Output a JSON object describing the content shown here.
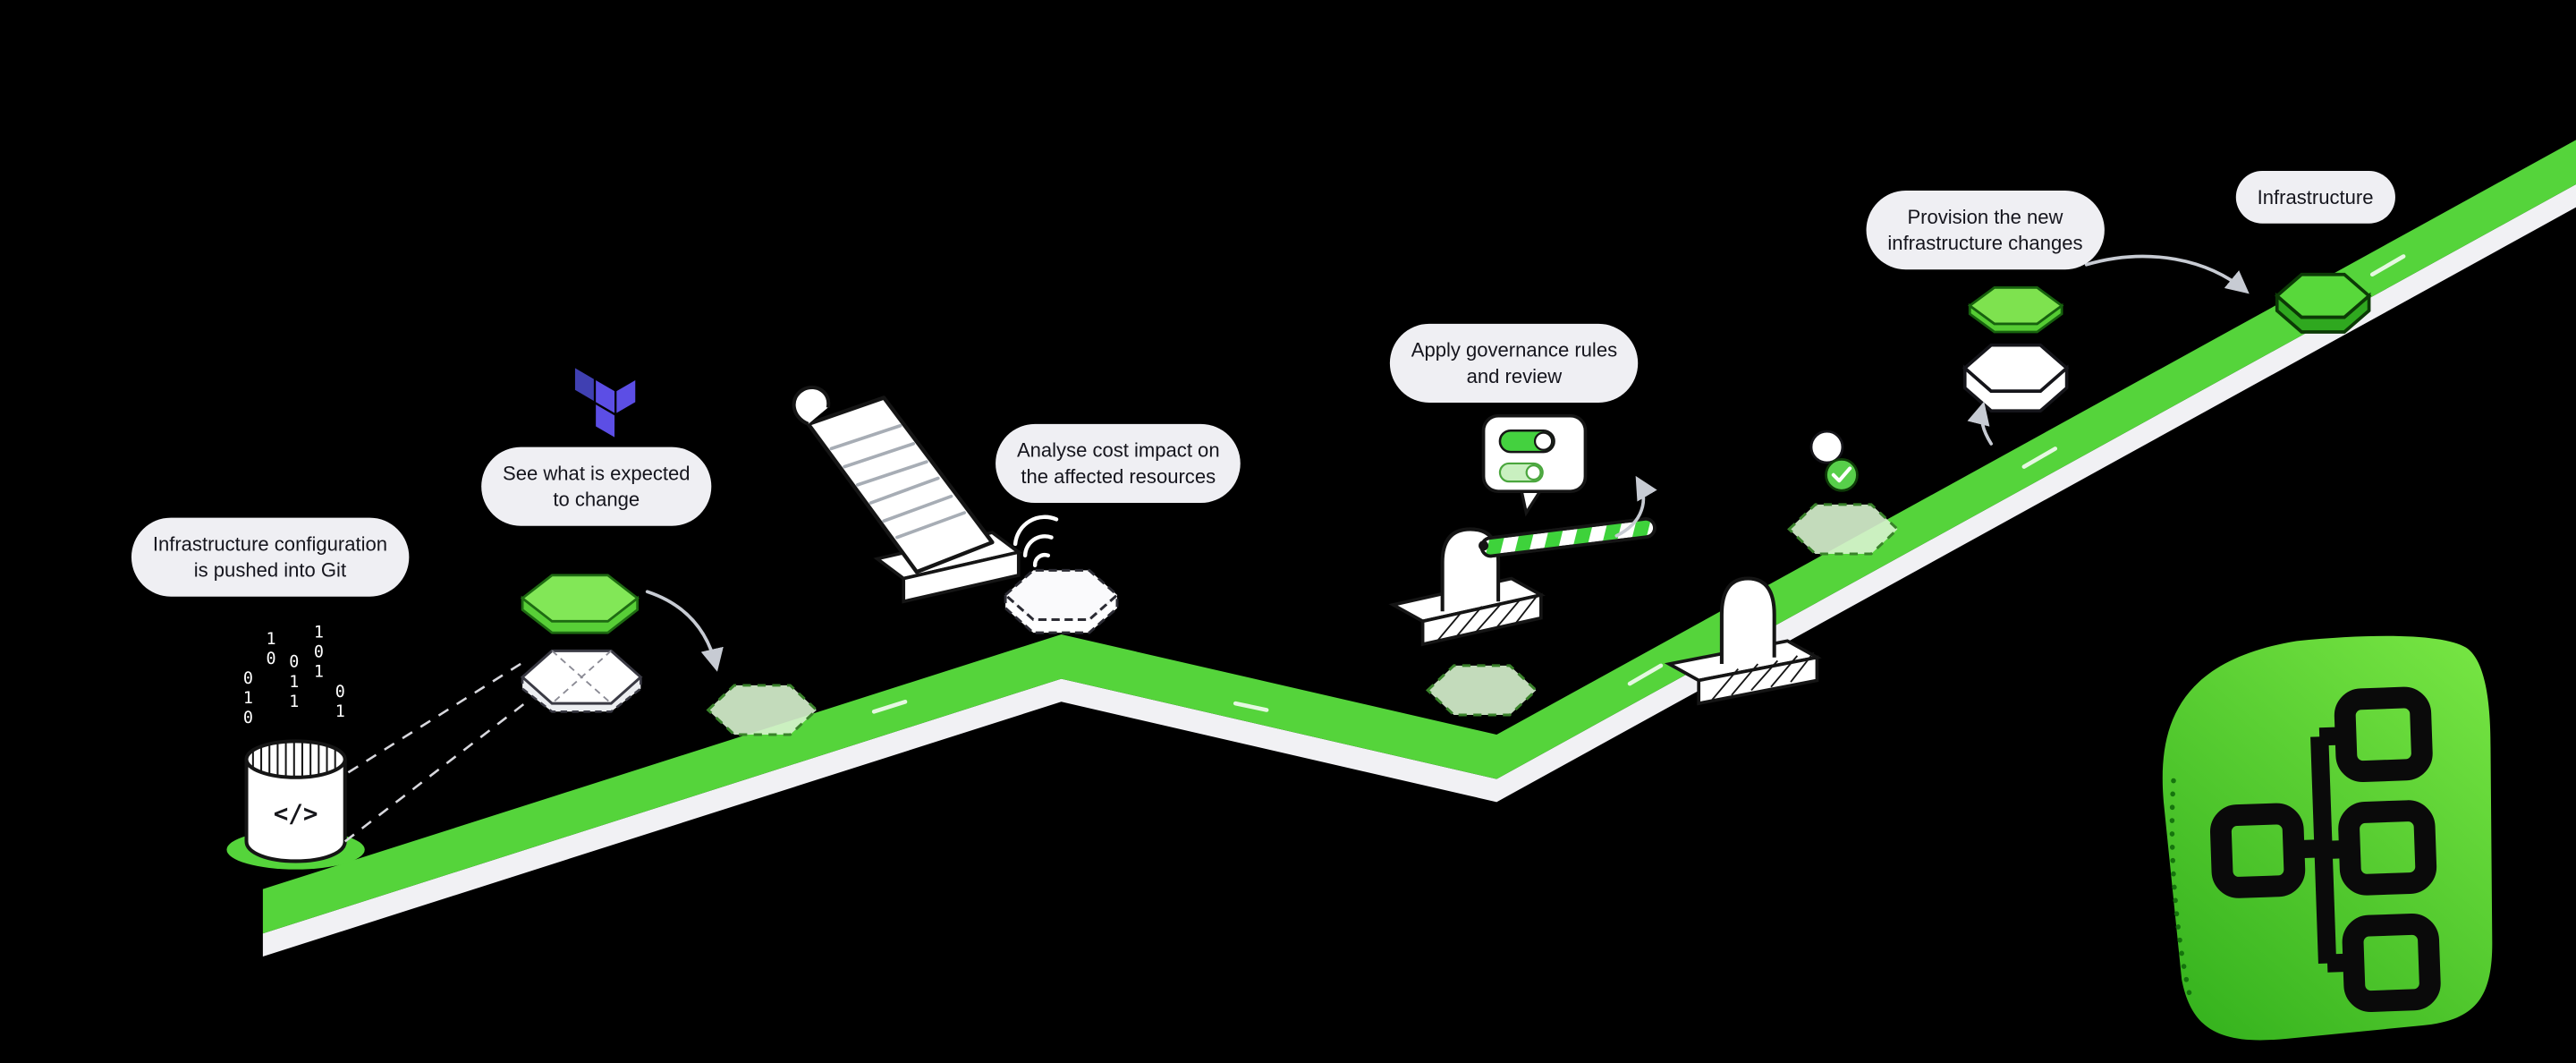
{
  "scene": {
    "background": "#000000",
    "road_color": "#55D43B",
    "road_edge_color": "#F1F1F4",
    "label_bg": "#EFEFF3",
    "label_text_color": "#15151D",
    "accent_green": "#7EE24F",
    "ghost_hexagon_fill": "#D8F3CF",
    "terraform_purple": "#5C4EE5",
    "terraform_purple_dark": "#4040B2",
    "barrier_stripe_green": "#3ED23B",
    "logo_green": "#4ACC2B"
  },
  "steps": [
    {
      "id": "push-git",
      "label": "Infrastructure configuration\nis pushed into Git"
    },
    {
      "id": "plan",
      "label": "See what is expected\nto change"
    },
    {
      "id": "cost",
      "label": "Analyse cost impact on\nthe affected resources"
    },
    {
      "id": "governance",
      "label": "Apply governance rules\nand review"
    },
    {
      "id": "provision",
      "label": "Provision the new\ninfrastructure changes"
    },
    {
      "id": "infrastructure",
      "label": "Infrastructure"
    }
  ],
  "code_source": {
    "symbol": "</>",
    "binary_columns": [
      "0\n1\n0",
      "1\n0",
      "0\n1\n1",
      "1\n0\n1",
      "0\n1"
    ]
  }
}
